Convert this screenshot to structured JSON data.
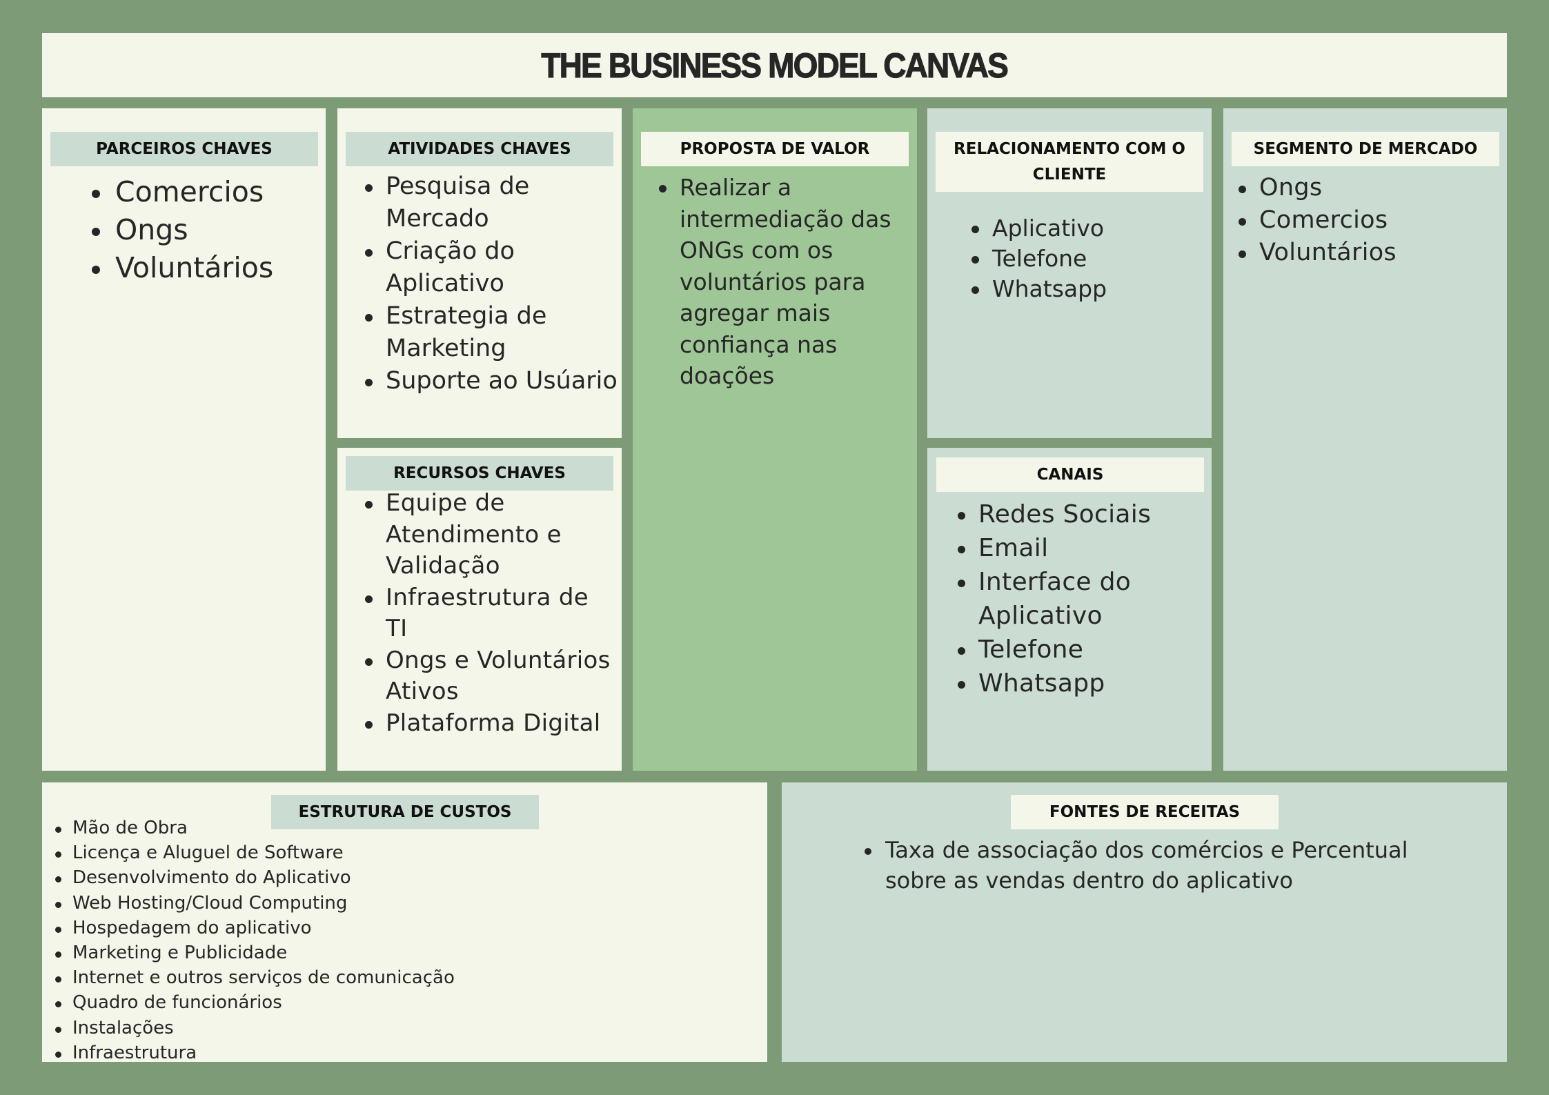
{
  "title": "THE BUSINESS MODEL CANVAS",
  "colors": {
    "background": "#7e9b78",
    "cream": "#f5f6ea",
    "sage": "#cbddd2",
    "green": "#9fc697",
    "text": "#262626"
  },
  "sections": {
    "parceiros": {
      "title": "PARCEIROS CHAVES",
      "items": [
        "Comercios",
        "Ongs",
        "Voluntários"
      ]
    },
    "atividades": {
      "title": "ATIVIDADES CHAVES",
      "items": [
        "Pesquisa de Mercado",
        "Criação do Aplicativo",
        "Estrategia de Marketing",
        "Suporte ao Usúario"
      ]
    },
    "recursos": {
      "title": "RECURSOS CHAVES",
      "items": [
        "Equipe de Atendimento e Validação",
        "Infraestrutura de TI",
        "Ongs e Voluntários Ativos",
        "Plataforma Digital"
      ]
    },
    "proposta": {
      "title": "PROPOSTA DE VALOR",
      "items": [
        "Realizar a intermediação das ONGs com os voluntários para agregar mais confiança nas doações"
      ]
    },
    "relacionamento": {
      "title": "RELACIONAMENTO COM O CLIENTE",
      "items": [
        "Aplicativo",
        "Telefone",
        "Whatsapp"
      ]
    },
    "canais": {
      "title": "CANAIS",
      "items": [
        "Redes Sociais",
        "Email",
        "Interface do Aplicativo",
        "Telefone",
        "Whatsapp"
      ]
    },
    "segmento": {
      "title": "SEGMENTO DE MERCADO",
      "items": [
        "Ongs",
        "Comercios",
        "Voluntários"
      ]
    },
    "custos": {
      "title": "ESTRUTURA DE CUSTOS",
      "items": [
        "Mão de Obra",
        "Licença e Aluguel de Software",
        "Desenvolvimento do Aplicativo",
        "Web Hosting/Cloud Computing",
        "Hospedagem do aplicativo",
        "Marketing e Publicidade",
        "Internet e outros serviços de comunicação",
        "Quadro de funcionários",
        "Instalações",
        "Infraestrutura"
      ]
    },
    "receitas": {
      "title": "FONTES DE RECEITAS",
      "items": [
        "Taxa de associação dos comércios e Percentual sobre as vendas dentro do aplicativo"
      ]
    }
  }
}
